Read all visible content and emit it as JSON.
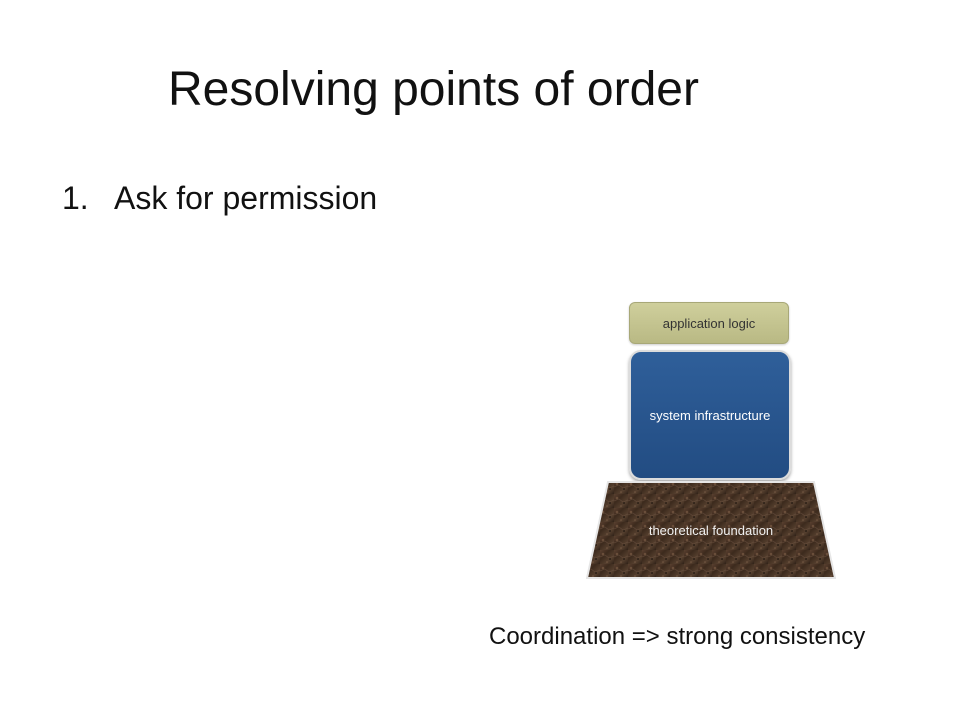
{
  "slide": {
    "title": "Resolving points of order",
    "list": [
      {
        "number": "1.",
        "text": "Ask for permission"
      }
    ],
    "diagram": {
      "application_label": "application logic",
      "system_label": "system infrastructure",
      "foundation_label": "theoretical foundation"
    },
    "caption": "Coordination => strong consistency"
  },
  "colors": {
    "application_layer": "#c4c48f",
    "system_layer": "#285690",
    "foundation_layer": "#4a3424"
  }
}
